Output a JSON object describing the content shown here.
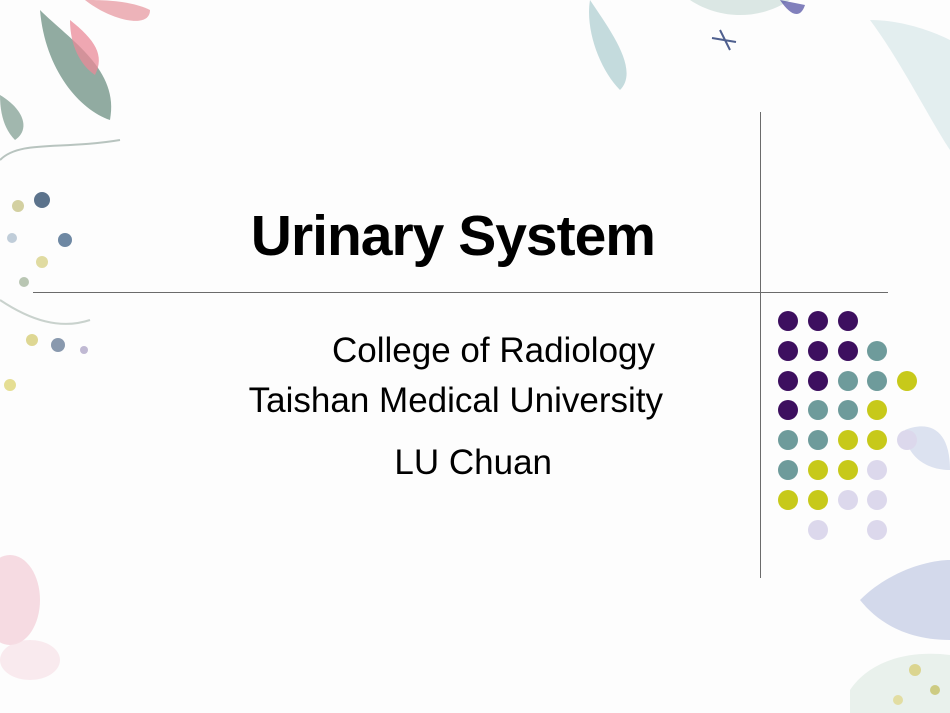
{
  "slide": {
    "title": "Urinary System",
    "subtitle_lines": [
      "College of Radiology",
      "Taishan Medical University",
      "LU Chuan"
    ]
  },
  "colors": {
    "purple": "#3d0f5f",
    "teal": "#6e9b9b",
    "olive": "#c7c91a",
    "lavender": "#dcd8ec",
    "divider": "#6b6b6b"
  },
  "dot_grid": [
    [
      "purple",
      "purple",
      "purple",
      null,
      null
    ],
    [
      "purple",
      "purple",
      "purple",
      "teal",
      null
    ],
    [
      "purple",
      "purple",
      "teal",
      "teal",
      "olive"
    ],
    [
      "purple",
      "teal",
      "teal",
      "olive",
      null
    ],
    [
      "teal",
      "teal",
      "olive",
      "olive",
      "lavender"
    ],
    [
      "teal",
      "olive",
      "olive",
      "lavender",
      null
    ],
    [
      "olive",
      "olive",
      "lavender",
      "lavender",
      null
    ],
    [
      null,
      "lavender",
      null,
      "lavender",
      null
    ]
  ]
}
